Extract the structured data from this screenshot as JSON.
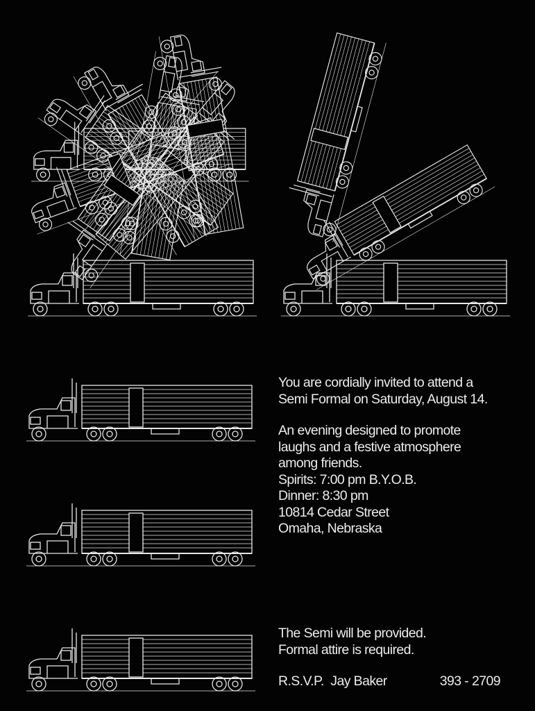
{
  "invitation": {
    "intro": [
      "You are cordially invited to attend a",
      "Semi Formal on Saturday, August 14."
    ],
    "description": [
      "An evening designed to promote",
      "laughs and a festive atmosphere",
      "among friends."
    ],
    "details": [
      "Spirits: 7:00 pm B.Y.O.B.",
      "Dinner: 8:30 pm",
      "10814 Cedar Street",
      "Omaha, Nebraska"
    ],
    "notes": [
      "The Semi will be provided.",
      "Formal attire is required."
    ],
    "rsvp_label": "R.S.V.P.  Jay Baker",
    "phone": "393 - 2709"
  },
  "colors": {
    "background": "#030303",
    "ink": "#ececec"
  }
}
